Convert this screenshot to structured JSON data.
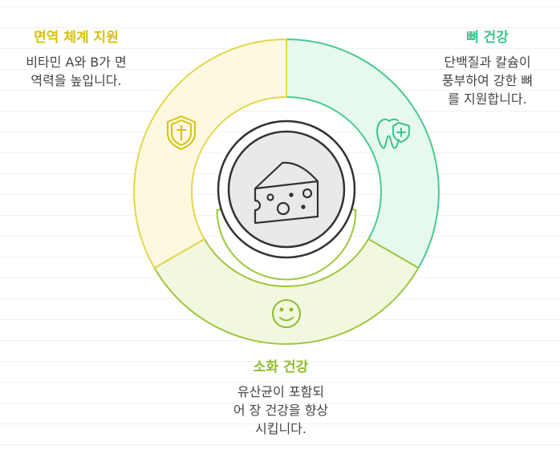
{
  "sections": {
    "immune": {
      "title": "면역 체계 지원",
      "desc_lines": [
        "비타민 A와 B가 면",
        "역력을 높입니다."
      ],
      "color": "#d8c20e",
      "fill": "#fdf9e1",
      "stroke": "#e5d64c",
      "icon": "shield-cross-icon"
    },
    "bone": {
      "title": "뼈 건강",
      "desc_lines": [
        "단백질과 칼슘이",
        "풍부하여 강한 뼈",
        "를 지원합니다."
      ],
      "color": "#3cc48a",
      "fill": "#e7f8ef",
      "stroke": "#48cb8f",
      "icon": "tooth-plus-icon"
    },
    "digestive": {
      "title": "소화 건강",
      "desc_lines": [
        "유산균이 포함되",
        "어 장 건강을 향상",
        "시킵니다."
      ],
      "color": "#8fbc2f",
      "fill": "#f1f8df",
      "stroke": "#a0c63d",
      "icon": "smiley-face-icon"
    }
  },
  "center": {
    "icon": "cheese-icon",
    "fill": "#e9e9e9",
    "stroke": "#333333"
  }
}
